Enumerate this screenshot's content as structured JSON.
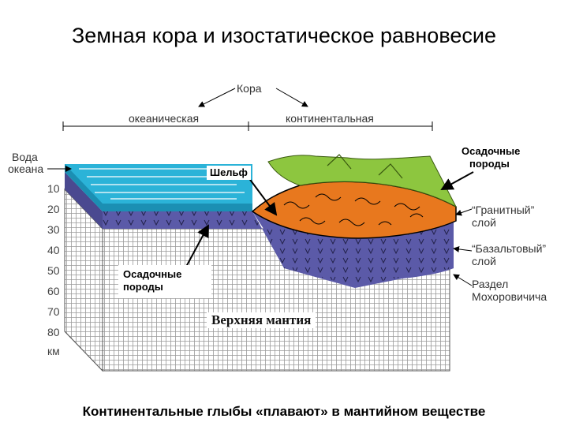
{
  "title": "Земная кора и изостатическое равновесие",
  "crust": {
    "label": "Кора",
    "oceanic": "океаническая",
    "continental": "континентальная"
  },
  "ocean_water": {
    "line1": "Вода",
    "line2": "океана"
  },
  "depth_axis": {
    "ticks": [
      "10",
      "20",
      "30",
      "40",
      "50",
      "60",
      "70",
      "80"
    ],
    "unit": "км"
  },
  "shelf": "Шельф",
  "sediments_top": {
    "line1": "Осадочные",
    "line2": "породы"
  },
  "sediments_bottom": {
    "line1": "Осадочные",
    "line2": "породы"
  },
  "granite": {
    "line1": "“Гранитный”",
    "line2": "слой"
  },
  "basalt": {
    "line1": "“Базальтовый”",
    "line2": "слой"
  },
  "moho": {
    "line1": "Раздел",
    "line2": "Мохоровичича"
  },
  "mantle": "Верхняя мантия",
  "caption": "Континентальные глыбы «плавают» в мантийном веществе",
  "colors": {
    "water": "#2bb3d8",
    "granite": "#e8781e",
    "basalt": "#5b5aa8",
    "sediment": "#8dc63f",
    "grid": "#9a9a9a"
  }
}
